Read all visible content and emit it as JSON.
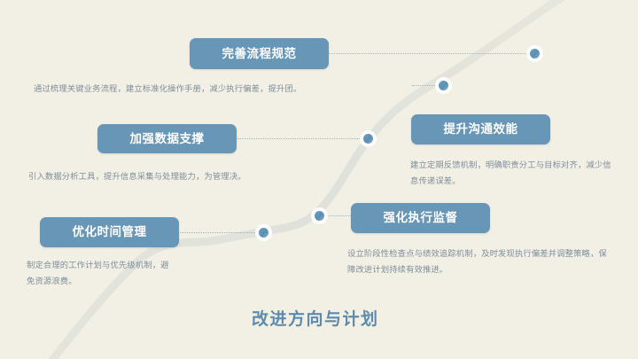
{
  "slide": {
    "background_color": "#f2efe4",
    "accent_color": "#6796b7",
    "title_color": "#5b8cb0",
    "body_text_color": "#7e8f9c",
    "main_title": "改进方向与计划"
  },
  "path": {
    "name": "s-curve-progress-path",
    "color": "#dfe2da"
  },
  "items": [
    {
      "id": "process",
      "title": "完善流程规范",
      "description": "通过梳理关键业务流程，建立标准化操作手册，减少执行偏差，提升团。"
    },
    {
      "id": "data",
      "title": "加强数据支撑",
      "description": "引入数据分析工具，提升信息采集与处理能力，为管理决。"
    },
    {
      "id": "time",
      "title": "优化时间管理",
      "description": "制定合理的工作计划与优先级机制，避免资源浪费。"
    },
    {
      "id": "communication",
      "title": "提升沟通效能",
      "description": "建立定期反馈机制，明确职责分工与目标对齐，减少信息传递误差。"
    },
    {
      "id": "supervision",
      "title": "强化执行监督",
      "description": "设立阶段性检查点与绩效追踪机制，及时发现执行偏差并调整策略，保障改进计划持续有效推进。"
    }
  ]
}
